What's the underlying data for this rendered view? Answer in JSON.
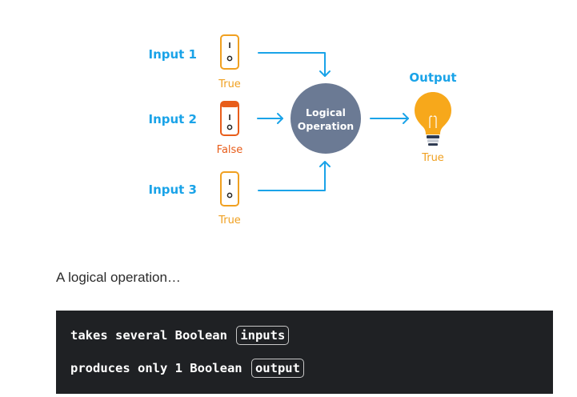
{
  "diagram": {
    "inputs": [
      {
        "label": "Input 1",
        "state": "True"
      },
      {
        "label": "Input 2",
        "state": "False"
      },
      {
        "label": "Input 3",
        "state": "True"
      }
    ],
    "operation": {
      "line1": "Logical",
      "line2": "Operation"
    },
    "output": {
      "label": "Output",
      "state": "True"
    }
  },
  "caption": "A logical operation…",
  "code": {
    "line1": {
      "text": "takes several Boolean ",
      "boxed": "inputs"
    },
    "line2": {
      "text": "produces only 1 Boolean ",
      "boxed": "output"
    }
  },
  "colors": {
    "label_blue": "#1aa3e8",
    "switch_true_orange": "#f0a020",
    "switch_false_orange": "#e85d1a",
    "operation_circle": "#6b7a94",
    "bulb_yellow": "#f7a81b",
    "code_background": "#1f2124"
  }
}
